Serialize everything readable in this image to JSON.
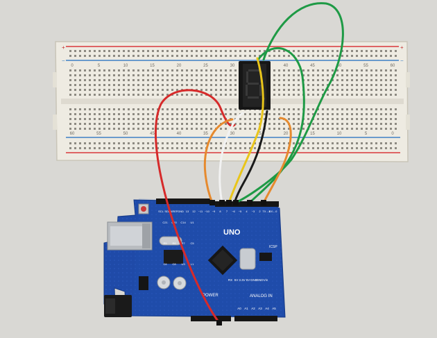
{
  "breadboard": {
    "top_numbers": [
      "0",
      "5",
      "10",
      "15",
      "20",
      "25",
      "30",
      "35",
      "40",
      "45",
      "50",
      "55",
      "60"
    ],
    "bottom_numbers": [
      "60",
      "55",
      "50",
      "45",
      "40",
      "35",
      "30",
      "25",
      "20",
      "15",
      "10",
      "5",
      "0"
    ],
    "rail_marks": [
      "+",
      "−"
    ]
  },
  "arduino": {
    "model": "UNO",
    "power_label": "POWER",
    "analog_label": "ANALOG IN",
    "icsp_label": "ICSP",
    "power_pins": [
      "RX",
      "5V",
      "3.3V",
      "5V",
      "GND",
      "GND",
      "Vin"
    ],
    "analog_pins": [
      "A0",
      "A1",
      "A2",
      "A3",
      "A4",
      "A5"
    ],
    "header_labels": [
      "SCL",
      "SDA",
      "AREF",
      "GND",
      "13",
      "12",
      "~11",
      "~10",
      "~9",
      "8",
      "7",
      "~6",
      "~5",
      "4",
      "~3",
      "2",
      "TX→1",
      "RX←0"
    ],
    "component_labels": [
      "C21",
      "C20",
      "C14",
      "U1",
      "R5",
      "R6",
      "R7",
      "C5",
      "C6",
      "C8",
      "U3",
      "L1"
    ]
  },
  "colors": {
    "background": "#d9d8d4",
    "breadboard": "#eeebe2",
    "red_rail": "#d8383a",
    "blue_rail": "#3e7fc4",
    "board": "#1f4aa8",
    "wire_red": "#d62a2a",
    "wire_green": "#1e9a45",
    "wire_orange": "#e68a2e",
    "wire_yellow": "#e9c51a",
    "wire_white": "#f2f2f2",
    "wire_black": "#1a1a1a"
  }
}
